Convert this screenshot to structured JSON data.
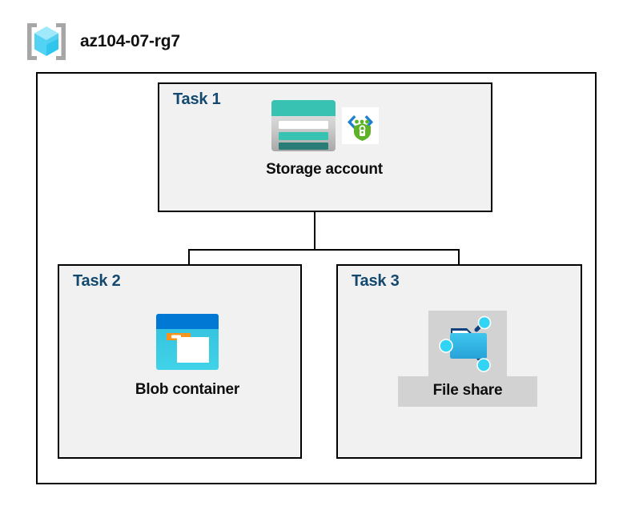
{
  "diagram": {
    "resource_group": {
      "name": "az104-07-rg7",
      "icon": "resource-group-cube-icon"
    },
    "tasks": [
      {
        "label": "Task 1",
        "node": {
          "caption": "Storage account",
          "icons": [
            "storage-account-icon",
            "secure-endpoint-shield-icon"
          ]
        }
      },
      {
        "label": "Task 2",
        "node": {
          "caption": "Blob container",
          "icons": [
            "blob-container-icon"
          ]
        }
      },
      {
        "label": "Task 3",
        "node": {
          "caption": "File share",
          "icons": [
            "file-share-icon"
          ]
        }
      }
    ],
    "connections": [
      {
        "from": "Storage account",
        "to": "Blob container"
      },
      {
        "from": "Storage account",
        "to": "File share"
      }
    ]
  },
  "colors": {
    "task_label": "#14496f",
    "task_box_fill": "#f1f1f1",
    "border": "#000000",
    "plate_gray": "#d2d2d2",
    "storage_teal": "#37c2b1",
    "storage_teal_dark": "#2a7d76",
    "azure_blue": "#0078d4",
    "azure_cyan": "#32bedd",
    "accent_orange": "#f7941e",
    "shield_green": "#5eb226"
  }
}
